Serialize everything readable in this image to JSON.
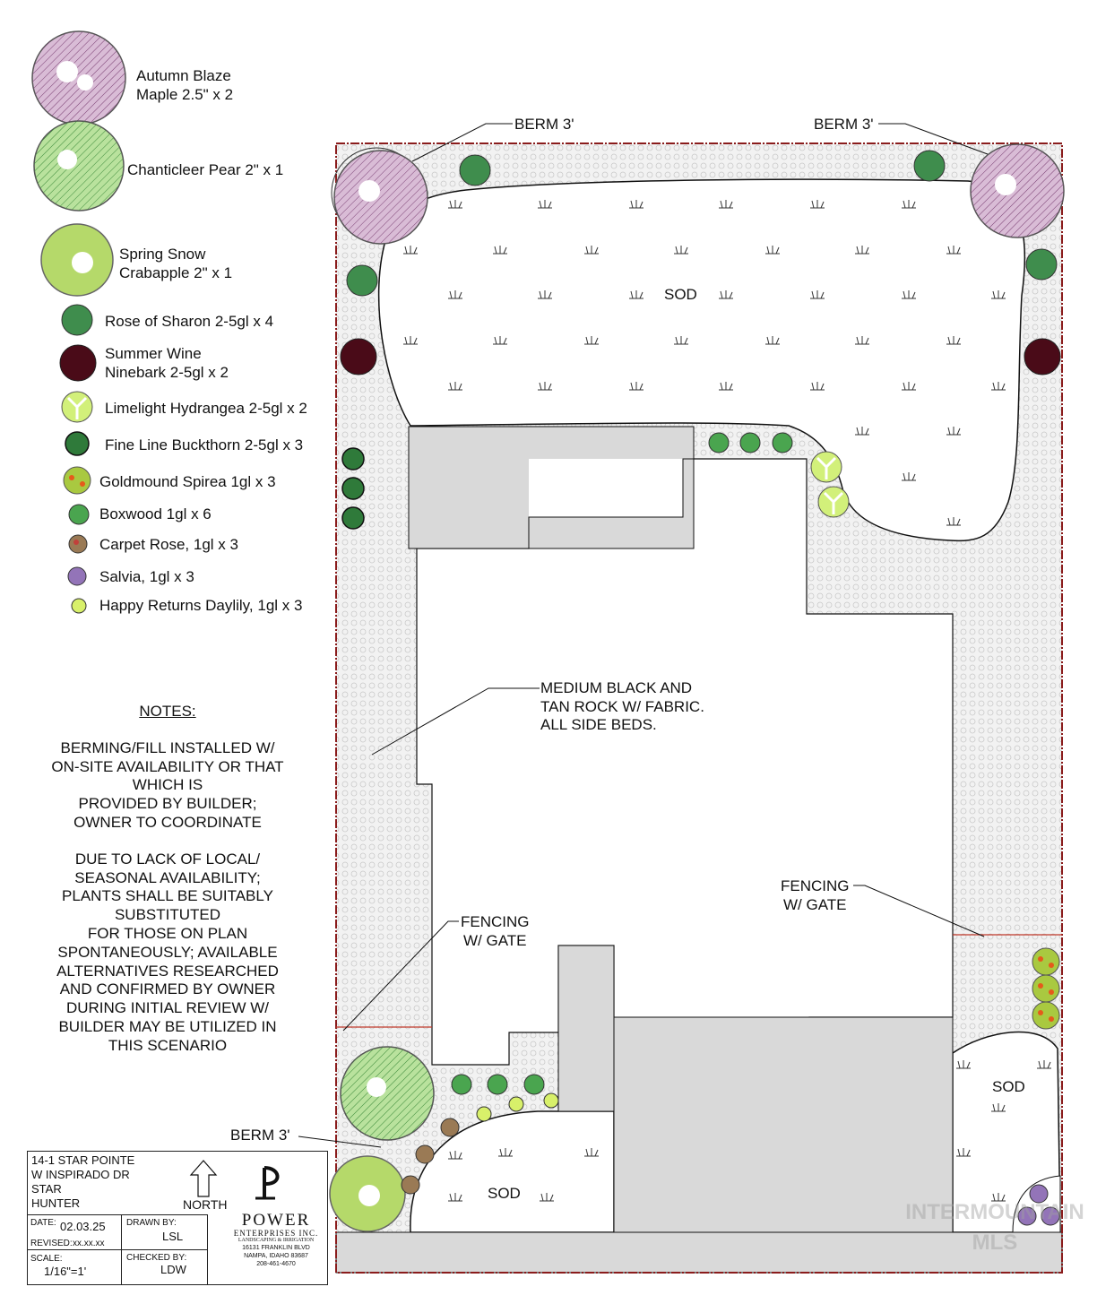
{
  "legend": [
    {
      "label": "Autumn Blaze\nMaple 2.5\" x 2",
      "icon": "maple-tree-icon"
    },
    {
      "label": "Chanticleer Pear 2\" x 1",
      "icon": "pear-tree-icon"
    },
    {
      "label": "Spring Snow\nCrabapple 2\" x 1",
      "icon": "crabapple-tree-icon"
    },
    {
      "label": "Rose of Sharon 2-5gl x 4",
      "icon": "rose-of-sharon-icon"
    },
    {
      "label": "Summer Wine\nNinebark 2-5gl x 2",
      "icon": "ninebark-icon"
    },
    {
      "label": "Limelight Hydrangea 2-5gl x 2",
      "icon": "hydrangea-icon"
    },
    {
      "label": "Fine Line Buckthorn 2-5gl x 3",
      "icon": "buckthorn-icon"
    },
    {
      "label": "Goldmound Spirea 1gl x 3",
      "icon": "spirea-icon"
    },
    {
      "label": "Boxwood 1gl x 6",
      "icon": "boxwood-icon"
    },
    {
      "label": "Carpet Rose, 1gl x 3",
      "icon": "carpet-rose-icon"
    },
    {
      "label": "Salvia, 1gl x 3",
      "icon": "salvia-icon"
    },
    {
      "label": "Happy Returns Daylily, 1gl x 3",
      "icon": "daylily-icon"
    }
  ],
  "notes": {
    "title": "NOTES:",
    "p1": "BERMING/FILL INSTALLED W/\nON-SITE AVAILABILITY OR THAT\nWHICH IS\nPROVIDED BY BUILDER;\nOWNER TO COORDINATE",
    "p2": "DUE TO LACK OF LOCAL/\nSEASONAL AVAILABILITY;\nPLANTS SHALL BE SUITABLY\nSUBSTITUTED\nFOR THOSE ON PLAN\nSPONTANEOUSLY; AVAILABLE\nALTERNATIVES RESEARCHED\nAND CONFIRMED BY OWNER\nDURING INITIAL REVIEW W/\nBUILDER MAY BE UTILIZED IN\nTHIS SCENARIO"
  },
  "plan": {
    "berm_tl": "BERM 3'",
    "berm_tr": "BERM 3'",
    "berm_bl": "BERM 3'",
    "sod_main": "SOD",
    "sod_right": "SOD",
    "sod_bottom": "SOD",
    "rock": "MEDIUM BLACK AND\nTAN ROCK W/ FABRIC.\nALL SIDE BEDS.",
    "fence_right": "FENCING\nW/ GATE",
    "fence_left": "FENCING\nW/ GATE"
  },
  "titleblock": {
    "line1": "14-1 STAR POINTE",
    "line2": "W INSPIRADO DR",
    "line3": "STAR",
    "line4": "HUNTER",
    "north": "NORTH",
    "date_label": "DATE:",
    "date": "02.03.25",
    "revised_label": "REVISED:",
    "revised": "xx.xx.xx",
    "drawn_label": "DRAWN BY:",
    "drawn": "LSL",
    "scale_label": "SCALE:",
    "scale": "1/16\"=1'",
    "checked_label": "CHECKED BY:",
    "checked": "LDW",
    "company": "POWER",
    "company_sub": "ENTERPRISES INC.",
    "company_tag": "LANDSCAPING & IRRIGATION",
    "addr1": "16131 FRANKLIN BLVD",
    "addr2": "NAMPA, IDAHO 83687",
    "phone": "208-461-4670"
  },
  "watermark": "INTERMOUNTAIN\nMLS",
  "colors": {
    "maple": "#d9bcd6",
    "pear": "#b9e29d",
    "crabapple": "#b5d96a",
    "rose_of_sharon": "#3f8d4d",
    "ninebark": "#4a0b18",
    "hydrangea": "#d2f07a",
    "boxwood": "#4aa54f",
    "salvia": "#9374b8",
    "building": "#d9d9d9",
    "property_line": "#8a1c1c"
  }
}
